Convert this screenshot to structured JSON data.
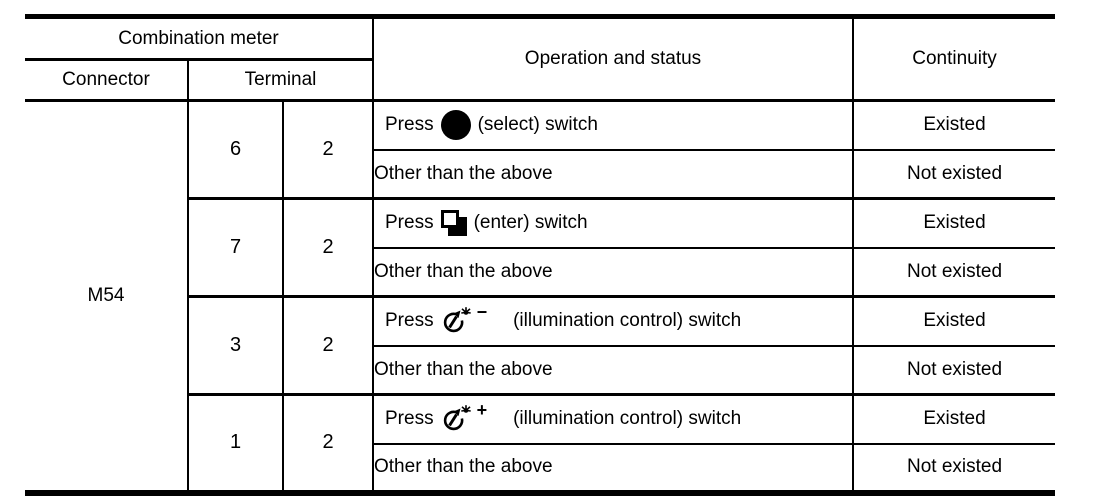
{
  "table": {
    "header": {
      "combination_meter": "Combination meter",
      "connector": "Connector",
      "terminal": "Terminal",
      "operation_and_status": "Operation and status",
      "continuity": "Continuity"
    },
    "connector_value": "M54",
    "groups": [
      {
        "terminal_a": "6",
        "terminal_b": "2",
        "press": {
          "prefix": "Press",
          "icon": "select-switch-icon",
          "suffix": "(select) switch"
        },
        "press_continuity": "Existed",
        "other": "Other than the above",
        "other_continuity": "Not existed"
      },
      {
        "terminal_a": "7",
        "terminal_b": "2",
        "press": {
          "prefix": "Press",
          "icon": "enter-switch-icon",
          "suffix": "(enter) switch"
        },
        "press_continuity": "Existed",
        "other": "Other than the above",
        "other_continuity": "Not existed"
      },
      {
        "terminal_a": "3",
        "terminal_b": "2",
        "press": {
          "prefix": "Press",
          "icon": "illumination-control-minus-icon",
          "sign": "−",
          "suffix": "(illumination control) switch"
        },
        "press_continuity": "Existed",
        "other": "Other than the above",
        "other_continuity": "Not existed"
      },
      {
        "terminal_a": "1",
        "terminal_b": "2",
        "press": {
          "prefix": "Press",
          "icon": "illumination-control-plus-icon",
          "sign": "+",
          "suffix": "(illumination control) switch"
        },
        "press_continuity": "Existed",
        "other": "Other than the above",
        "other_continuity": "Not existed"
      }
    ],
    "colors": {
      "border": "#000000",
      "background": "#ffffff",
      "text": "#000000"
    }
  }
}
